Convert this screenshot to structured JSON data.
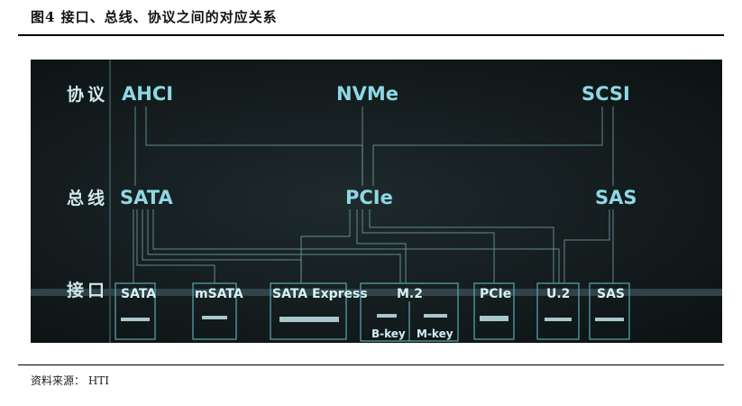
{
  "figure": {
    "title": "图4  接口、总线、协议之间的对应关系",
    "source": "资料来源：  HTI"
  },
  "rows": {
    "protocol": "协议",
    "bus": "总线",
    "interface": "接口"
  },
  "protocols": [
    "AHCI",
    "NVMe",
    "SCSI"
  ],
  "buses": [
    "SATA",
    "PCIe",
    "SAS"
  ],
  "interfaces": [
    "SATA",
    "mSATA",
    "SATA Express",
    "M.2",
    "PCIe",
    "U.2",
    "SAS"
  ],
  "m2_keys": [
    "B-key",
    "M-key"
  ],
  "colors": {
    "panel_bg": "#141c1e",
    "accent": "#8ed8e4",
    "box_stroke": "#5aa9b4"
  }
}
